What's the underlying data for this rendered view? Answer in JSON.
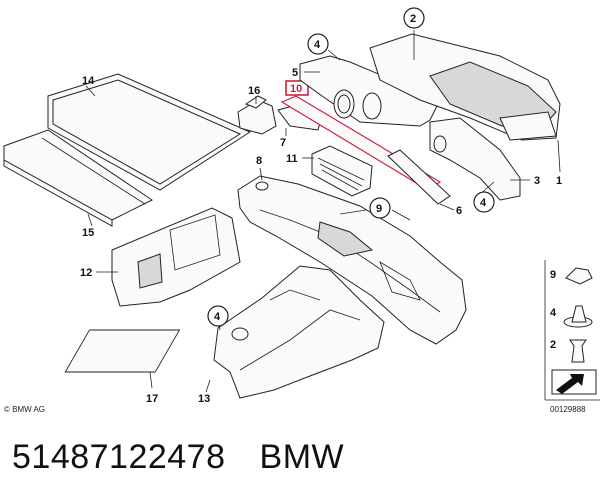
{
  "copyright": "© BMW AG",
  "drawing_number": "00129888",
  "caption": {
    "part_number": "51487122478",
    "brand": "BMW"
  },
  "callouts": {
    "c1": "1",
    "c2": "2",
    "c3": "3",
    "c4a": "4",
    "c4b": "4",
    "c4c": "4",
    "c5": "5",
    "c6": "6",
    "c7": "7",
    "c8": "8",
    "c9": "9",
    "c10": "10",
    "c11": "11",
    "c12": "12",
    "c13": "13",
    "c14": "14",
    "c15": "15",
    "c16": "16",
    "c17": "17"
  },
  "legend": {
    "l9": "9",
    "l4": "4",
    "l2": "2"
  },
  "colors": {
    "highlight": "#d02040",
    "line": "#222222"
  }
}
